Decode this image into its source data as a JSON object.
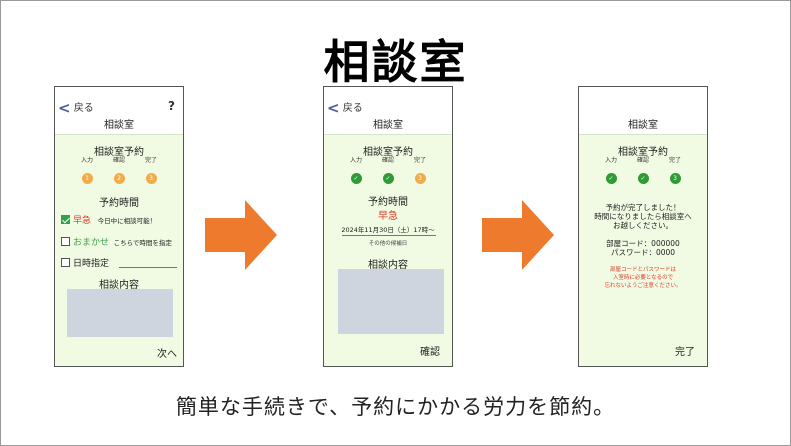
{
  "title": "相談室",
  "caption": "簡単な手続きで、予約にかかる労力を節約。",
  "colors": {
    "accent_orange": "#f2ab4b",
    "done_green": "#2e9a38",
    "arrow": "#ee7a2d",
    "screen_bg": "#f1fae3",
    "alert_red": "#d9402a"
  },
  "screen1": {
    "back_label": "戻る",
    "back_icon": "chevron-left-icon",
    "help_label": "?",
    "header_title": "相談室",
    "section_title": "相談室予約",
    "steps": [
      {
        "label": "入力",
        "mark": "1"
      },
      {
        "label": "確認",
        "mark": "2"
      },
      {
        "label": "完了",
        "mark": "3"
      }
    ],
    "time_title": "予約時間",
    "options": [
      {
        "name": "早急",
        "desc": "今日中に相談可能！",
        "checked": true
      },
      {
        "name": "おまかせ",
        "desc": "こちらで時間を指定",
        "checked": false
      },
      {
        "name": "日時指定",
        "desc": "",
        "checked": false
      }
    ],
    "content_title": "相談内容",
    "next_label": "次へ"
  },
  "screen2": {
    "back_label": "戻る",
    "header_title": "相談室",
    "section_title": "相談室予約",
    "steps": [
      {
        "label": "入力",
        "mark": "✓"
      },
      {
        "label": "確認",
        "mark": "✓"
      },
      {
        "label": "完了",
        "mark": "3"
      }
    ],
    "time_title": "予約時間",
    "selected_option": "早急",
    "datetime": "2024年11月30日（土）17時～",
    "candidate_label": "その他の候補日",
    "content_title": "相談内容",
    "confirm_label": "確認"
  },
  "screen3": {
    "header_title": "相談室",
    "section_title": "相談室予約",
    "steps": [
      {
        "label": "入力",
        "mark": "✓"
      },
      {
        "label": "確認",
        "mark": "✓"
      },
      {
        "label": "完了",
        "mark": "3"
      }
    ],
    "message_lines": [
      "予約が完了しました！",
      "時間になりましたら相談室へ",
      "お越しください。"
    ],
    "room_code": "部屋コード：000000",
    "password": "パスワード：0000",
    "notice_lines": [
      "部屋コードとパスワードは",
      "入室時に必要となるので",
      "忘れないようご注意ください。"
    ],
    "done_label": "完了"
  }
}
